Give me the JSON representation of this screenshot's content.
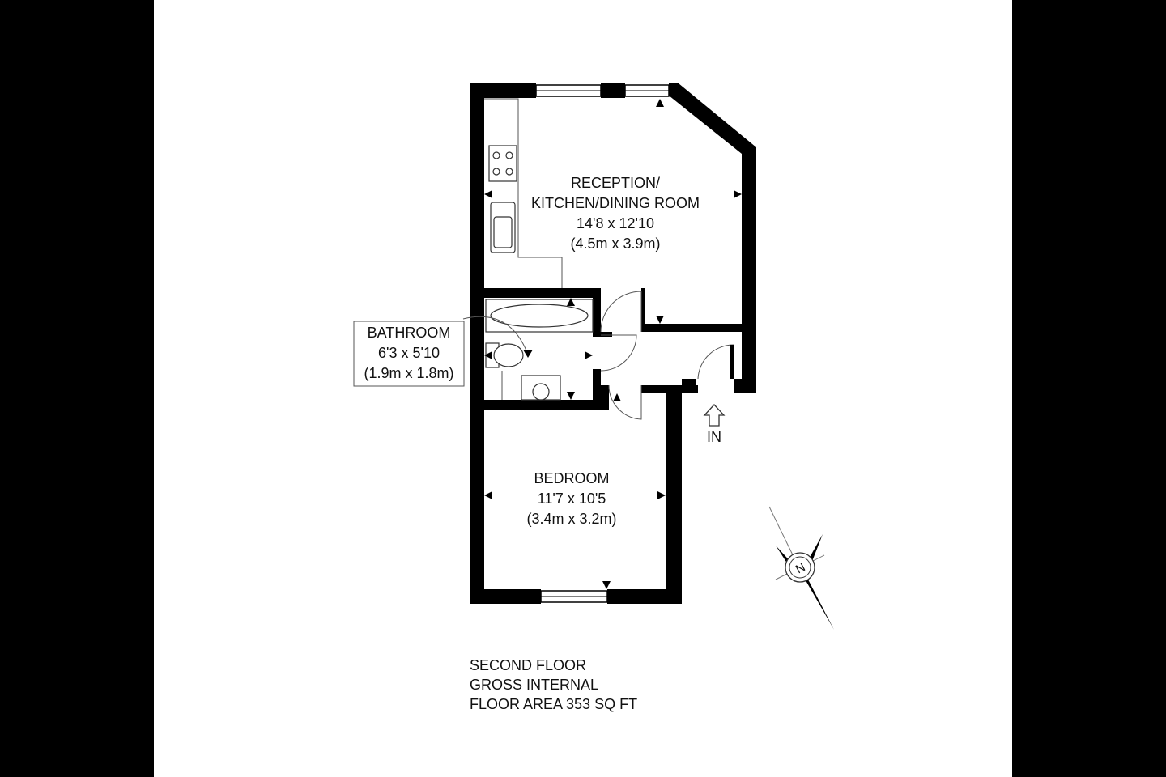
{
  "plan": {
    "rooms": [
      {
        "id": "reception",
        "lines": [
          "RECEPTION/",
          "KITCHEN/DINING ROOM",
          "14'8 x 12'10",
          "(4.5m x 3.9m)"
        ]
      },
      {
        "id": "bathroom",
        "lines": [
          "BATHROOM",
          "6'3 x 5'10",
          "(1.9m x 1.8m)"
        ]
      },
      {
        "id": "bedroom",
        "lines": [
          "BEDROOM",
          "11'7 x 10'5",
          "(3.4m x 3.2m)"
        ]
      }
    ],
    "entrance_label": "IN",
    "compass_label": "N",
    "footer": [
      "SECOND FLOOR",
      "GROSS INTERNAL",
      "FLOOR AREA 353 SQ FT"
    ]
  },
  "colors": {
    "wall": "#000000",
    "paper": "#ffffff",
    "frame": "#000000",
    "text": "#111111"
  }
}
